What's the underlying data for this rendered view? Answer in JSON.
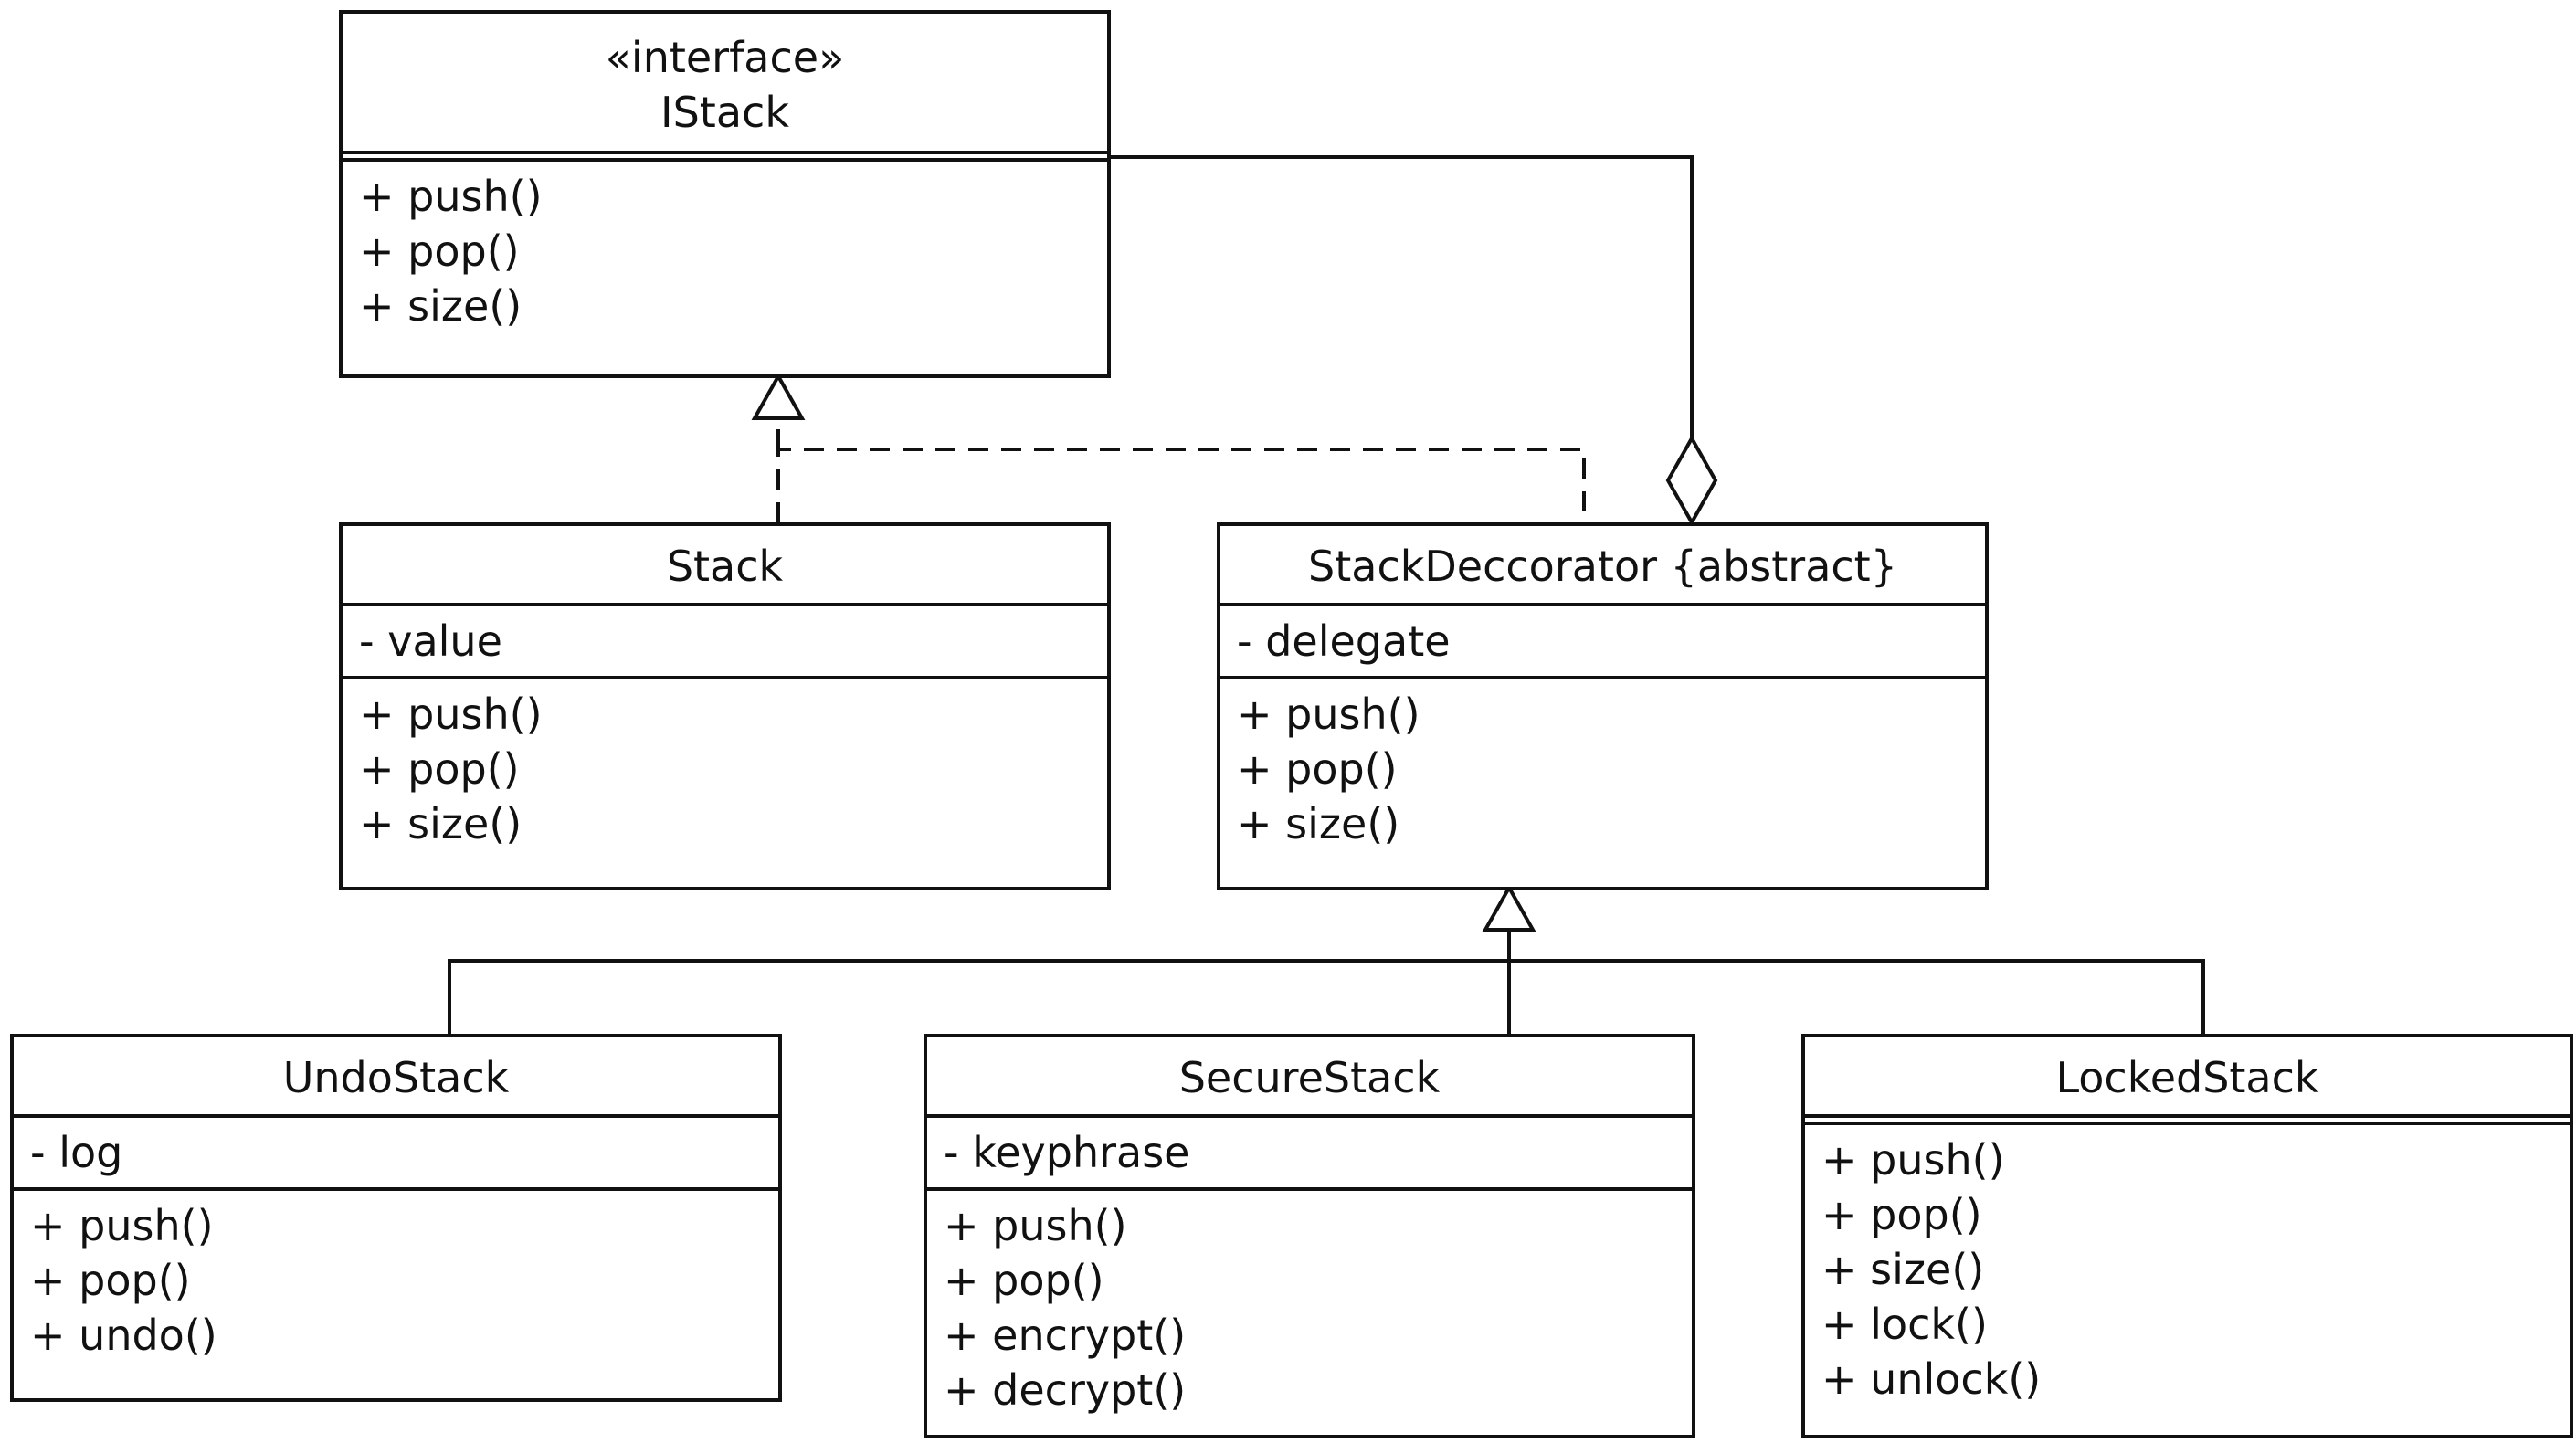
{
  "classes": {
    "istack": {
      "stereotype": "«interface»",
      "name": "IStack",
      "attributes": [],
      "methods": [
        "+ push()",
        "+ pop()",
        "+ size()"
      ]
    },
    "stack": {
      "name": "Stack",
      "attributes": [
        "- value"
      ],
      "methods": [
        "+ push()",
        "+ pop()",
        "+ size()"
      ]
    },
    "decorator": {
      "name": "StackDeccorator {abstract}",
      "attributes": [
        "- delegate"
      ],
      "methods": [
        "+ push()",
        "+ pop()",
        "+ size()"
      ]
    },
    "undo": {
      "name": "UndoStack",
      "attributes": [
        "- log"
      ],
      "methods": [
        "+ push()",
        "+ pop()",
        "+ undo()"
      ]
    },
    "secure": {
      "name": "SecureStack",
      "attributes": [
        "- keyphrase"
      ],
      "methods": [
        "+ push()",
        "+ pop()",
        "+ encrypt()",
        "+ decrypt()"
      ]
    },
    "locked": {
      "name": "LockedStack",
      "attributes": [],
      "methods": [
        "+ push()",
        "+ pop()",
        "+ size()",
        "+ lock()",
        "+ unlock()"
      ]
    }
  },
  "colors": {
    "stroke": "#111111",
    "background": "#ffffff"
  }
}
